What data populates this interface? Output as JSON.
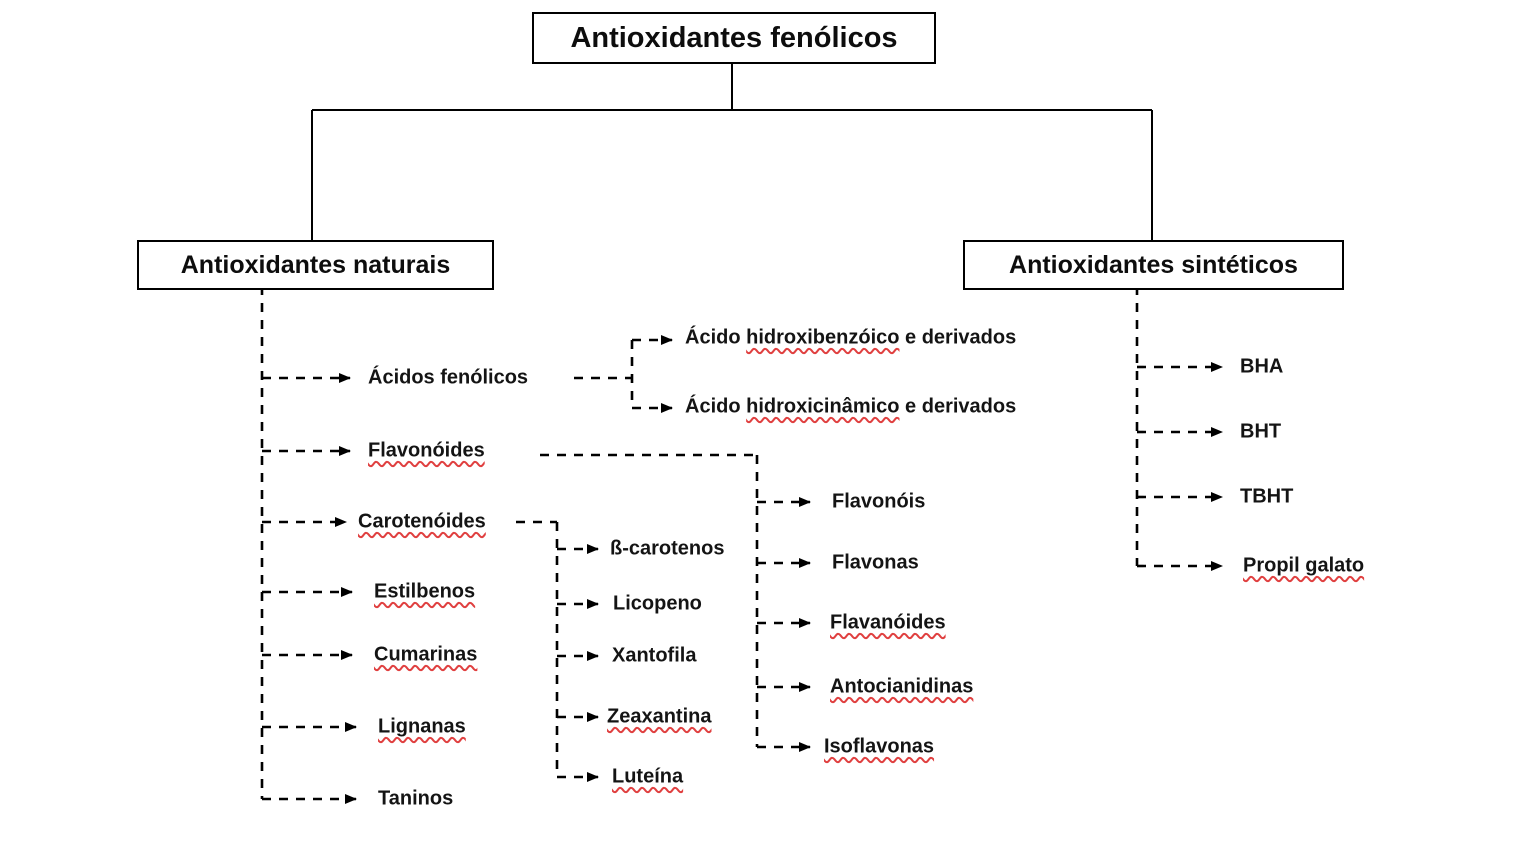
{
  "diagram": {
    "root_label": "Antioxidantes fenólicos",
    "natural": {
      "label": "Antioxidantes  naturais",
      "branches": [
        "Ácidos fenólicos",
        "Flavonóides",
        "Carotenóides",
        "Estilbenos",
        "Cumarinas",
        "Lignanas",
        "Taninos"
      ]
    },
    "acidos": [
      {
        "prefix": "Ácido ",
        "word": "hidroxibenzóico",
        "suffix": " e derivados"
      },
      {
        "prefix": "Ácido ",
        "word": "hidroxicinâmico",
        "suffix": " e derivados"
      }
    ],
    "flavonoides_children": [
      "Flavonóis",
      "Flavonas",
      "Flavanóides",
      "Antocianidinas",
      "Isoflavonas"
    ],
    "carotenoides_children": [
      "ß-carotenos",
      "Licopeno",
      "Xantofila",
      "Zeaxantina",
      "Luteína"
    ],
    "synthetic": {
      "label": "Antioxidantes  sintéticos",
      "branches": [
        "BHA",
        "BHT",
        "TBHT",
        "Propil galato"
      ]
    },
    "colors": {
      "line": "#000000",
      "squiggle": "#e04040",
      "background": "#ffffff"
    }
  }
}
